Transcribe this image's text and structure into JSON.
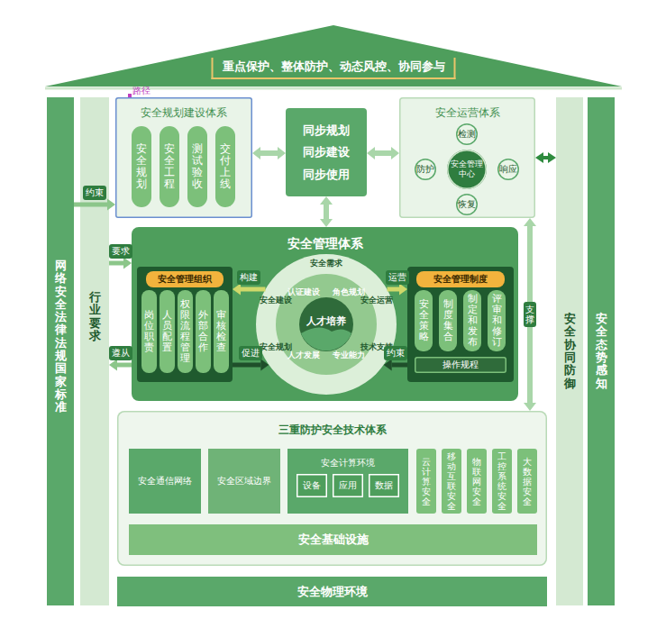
{
  "diagram": {
    "nodes": [
      {
        "text": [
          "重点保护、整体防护、动态风控、协同参与"
        ]
      },
      {
        "text": [
          "网络安全法律法规国家标准"
        ]
      },
      {
        "text": [
          "行业要求"
        ]
      },
      {
        "text": [
          "安全规划建设体系"
        ]
      },
      {
        "text": [
          "安全规划"
        ],
        "in": 3
      },
      {
        "text": [
          "安全工程"
        ],
        "in": 3
      },
      {
        "text": [
          "测试验收"
        ],
        "in": 3
      },
      {
        "text": [
          "交付上线"
        ],
        "in": 3
      },
      {
        "text": [
          "同步规划",
          "同步建设",
          "同步使用"
        ]
      },
      {
        "text": [
          "安全运营体系"
        ]
      },
      {
        "text": [
          "安全管理中心"
        ],
        "in": 9
      },
      {
        "text": [
          "检测"
        ],
        "in": 9
      },
      {
        "text": [
          "防护"
        ],
        "in": 9
      },
      {
        "text": [
          "响应"
        ],
        "in": 9
      },
      {
        "text": [
          "恢复"
        ],
        "in": 9
      },
      {
        "text": [
          "安全协同防御"
        ]
      },
      {
        "text": [
          "安全态势感知"
        ]
      },
      {
        "text": [
          "安全管理体系"
        ]
      },
      {
        "text": [
          "安全管理组织"
        ],
        "in": 17
      },
      {
        "text": [
          "岗位职责"
        ],
        "in": 18
      },
      {
        "text": [
          "人员配置"
        ],
        "in": 18
      },
      {
        "text": [
          "权限流程管理"
        ],
        "in": 18
      },
      {
        "text": [
          "外部合作"
        ],
        "in": 18
      },
      {
        "text": [
          "审核检查"
        ],
        "in": 18
      },
      {
        "text": [
          "人才培养"
        ],
        "in": 17
      },
      {
        "text": [
          "安全管理制度"
        ],
        "in": 17
      },
      {
        "text": [
          "安全策略"
        ],
        "in": 25
      },
      {
        "text": [
          "制度集合"
        ],
        "in": 25
      },
      {
        "text": [
          "制定和发布"
        ],
        "in": 25
      },
      {
        "text": [
          "评审和修订"
        ],
        "in": 25
      },
      {
        "text": [
          "操作规程"
        ],
        "in": 25
      },
      {
        "text": [
          "三重防护安全技术体系"
        ]
      },
      {
        "text": [
          "安全通信网络"
        ],
        "in": 31
      },
      {
        "text": [
          "安全区域边界"
        ],
        "in": 31
      },
      {
        "text": [
          "安全计算环境"
        ],
        "in": 31
      },
      {
        "text": [
          "设备"
        ],
        "in": 34
      },
      {
        "text": [
          "应用"
        ],
        "in": 34
      },
      {
        "text": [
          "数据"
        ],
        "in": 34
      },
      {
        "text": [
          "云计算安全"
        ],
        "in": 31
      },
      {
        "text": [
          "移动互联安全"
        ],
        "in": 31
      },
      {
        "text": [
          "物联网安全"
        ],
        "in": 31
      },
      {
        "text": [
          "工控系统安全"
        ],
        "in": 31
      },
      {
        "text": [
          "大数据安全"
        ],
        "in": 31
      },
      {
        "text": [
          "安全基础设施"
        ],
        "in": 31
      },
      {
        "text": [
          "安全物理环境"
        ]
      }
    ],
    "edges": [
      {
        "from": 1,
        "to": 3,
        "label": "约束",
        "arrow": "to"
      },
      {
        "from": 2,
        "to": 17,
        "label": "要求",
        "arrow": "to"
      },
      {
        "from": 17,
        "to": 2,
        "label": "遵从",
        "arrow": "to"
      },
      {
        "from": 3,
        "to": 8,
        "arrow": "both"
      },
      {
        "from": 8,
        "to": 9,
        "arrow": "both"
      },
      {
        "from": 8,
        "to": 17,
        "arrow": "both"
      },
      {
        "from": 9,
        "to": 15,
        "arrow": "both"
      },
      {
        "from": 9,
        "to": 31,
        "label": "支撑",
        "arrow": "both"
      },
      {
        "from": 24,
        "to": 18,
        "label": "构建",
        "arrow": "to"
      },
      {
        "from": 24,
        "to": 25,
        "label": "运营",
        "arrow": "to"
      },
      {
        "from": 18,
        "to": 24,
        "label": "促进",
        "arrow": "to"
      },
      {
        "from": 25,
        "to": 24,
        "label": "约束",
        "arrow": "to"
      }
    ],
    "labels": [
      "路径",
      "安全需求",
      "安全运营",
      "技术支持",
      "安全规划",
      "安全建设",
      "认证建设",
      "角色规划",
      "专业能力",
      "人才发展"
    ]
  }
}
